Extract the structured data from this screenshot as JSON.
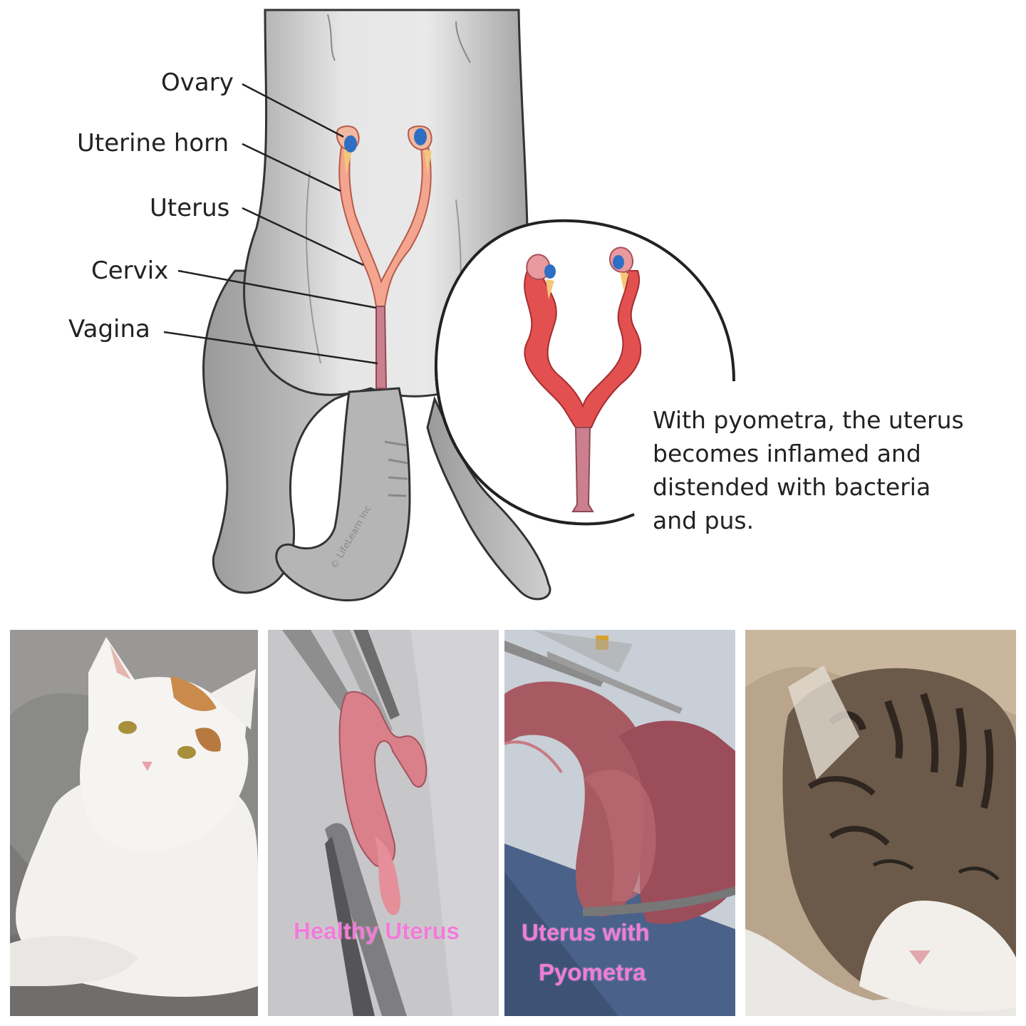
{
  "diagram": {
    "labels": {
      "ovary": "Ovary",
      "uterine_horn": "Uterine horn",
      "uterus": "Uterus",
      "cervix": "Cervix",
      "vagina": "Vagina"
    },
    "caption_lines": [
      "With pyometra, the uterus",
      "becomes inflamed and",
      "distended with bacteria",
      "and pus."
    ],
    "copyright": "© LifeLearn Inc"
  },
  "photos": {
    "healthy_uterus_label": "Healthy Uterus",
    "pyometra_label_line1": "Uterus with",
    "pyometra_label_line2": "Pyometra"
  },
  "colors": {
    "overlay_text": "#f27bd8",
    "cat_body": "#c9c9c9",
    "uterus_healthy": "#f4a58f",
    "uterus_inflamed": "#e2504f",
    "ovary": "#2e6fc4"
  }
}
